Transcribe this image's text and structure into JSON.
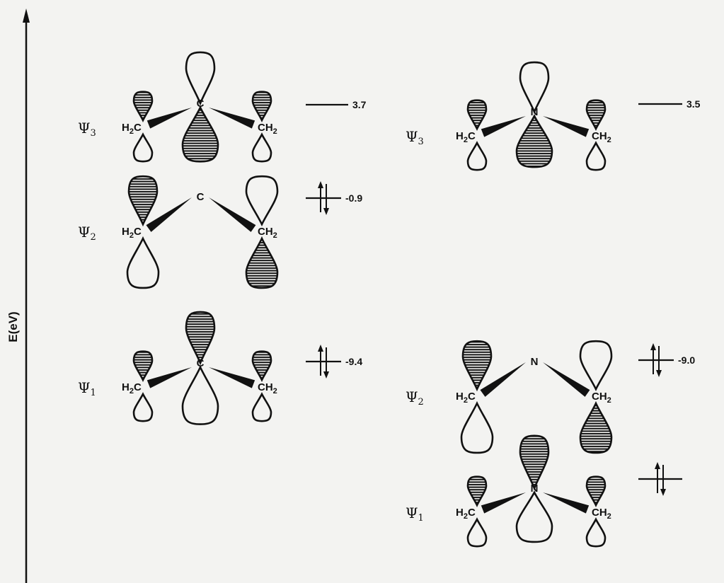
{
  "axis": {
    "label": "E(eV)"
  },
  "panels": [
    {
      "id": "allyl-cation",
      "orbitals": [
        {
          "psi": "Ψ",
          "index": "3",
          "energy": "3.7",
          "left_group": {
            "main": "H",
            "sub": "2",
            "tail": "C"
          },
          "center_atom": "C",
          "right_group": {
            "main": "CH",
            "sub": "2"
          }
        },
        {
          "psi": "Ψ",
          "index": "2",
          "energy": "-0.9",
          "left_group": {
            "main": "H",
            "sub": "2",
            "tail": "C"
          },
          "center_atom": "C",
          "right_group": {
            "main": "CH",
            "sub": "2"
          }
        },
        {
          "psi": "Ψ",
          "index": "1",
          "energy": "-9.4",
          "left_group": {
            "main": "H",
            "sub": "2",
            "tail": "C"
          },
          "center_atom": "C",
          "right_group": {
            "main": "CH",
            "sub": "2"
          }
        }
      ]
    },
    {
      "id": "aza-allyl",
      "orbitals": [
        {
          "psi": "Ψ",
          "index": "3",
          "energy": "3.5",
          "left_group": {
            "main": "H",
            "sub": "2",
            "tail": "C"
          },
          "center_atom": "N",
          "right_group": {
            "main": "CH",
            "sub": "2"
          }
        },
        {
          "psi": "Ψ",
          "index": "2",
          "energy": "-9.0",
          "left_group": {
            "main": "H",
            "sub": "2",
            "tail": "C"
          },
          "center_atom": "N",
          "right_group": {
            "main": "CH",
            "sub": "2"
          }
        },
        {
          "psi": "Ψ",
          "index": "1",
          "energy": "",
          "left_group": {
            "main": "H",
            "sub": "2",
            "tail": "C"
          },
          "center_atom": "N",
          "right_group": {
            "main": "CH",
            "sub": "2"
          }
        }
      ]
    }
  ]
}
